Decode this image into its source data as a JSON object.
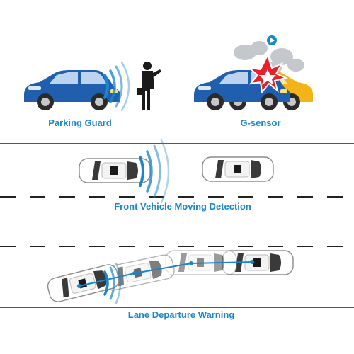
{
  "features": {
    "parking_guard": {
      "label": "Parking Guard"
    },
    "g_sensor": {
      "label": "G-sensor"
    },
    "front_vehicle": {
      "label": "Front Vehicle Moving Detection"
    },
    "lane_departure": {
      "label": "Lane Departure Warning"
    }
  },
  "colors": {
    "accent": "#1a86cc",
    "car_blue": "#1f5fae",
    "car_yellow": "#f2b418",
    "road_line": "#222222"
  }
}
